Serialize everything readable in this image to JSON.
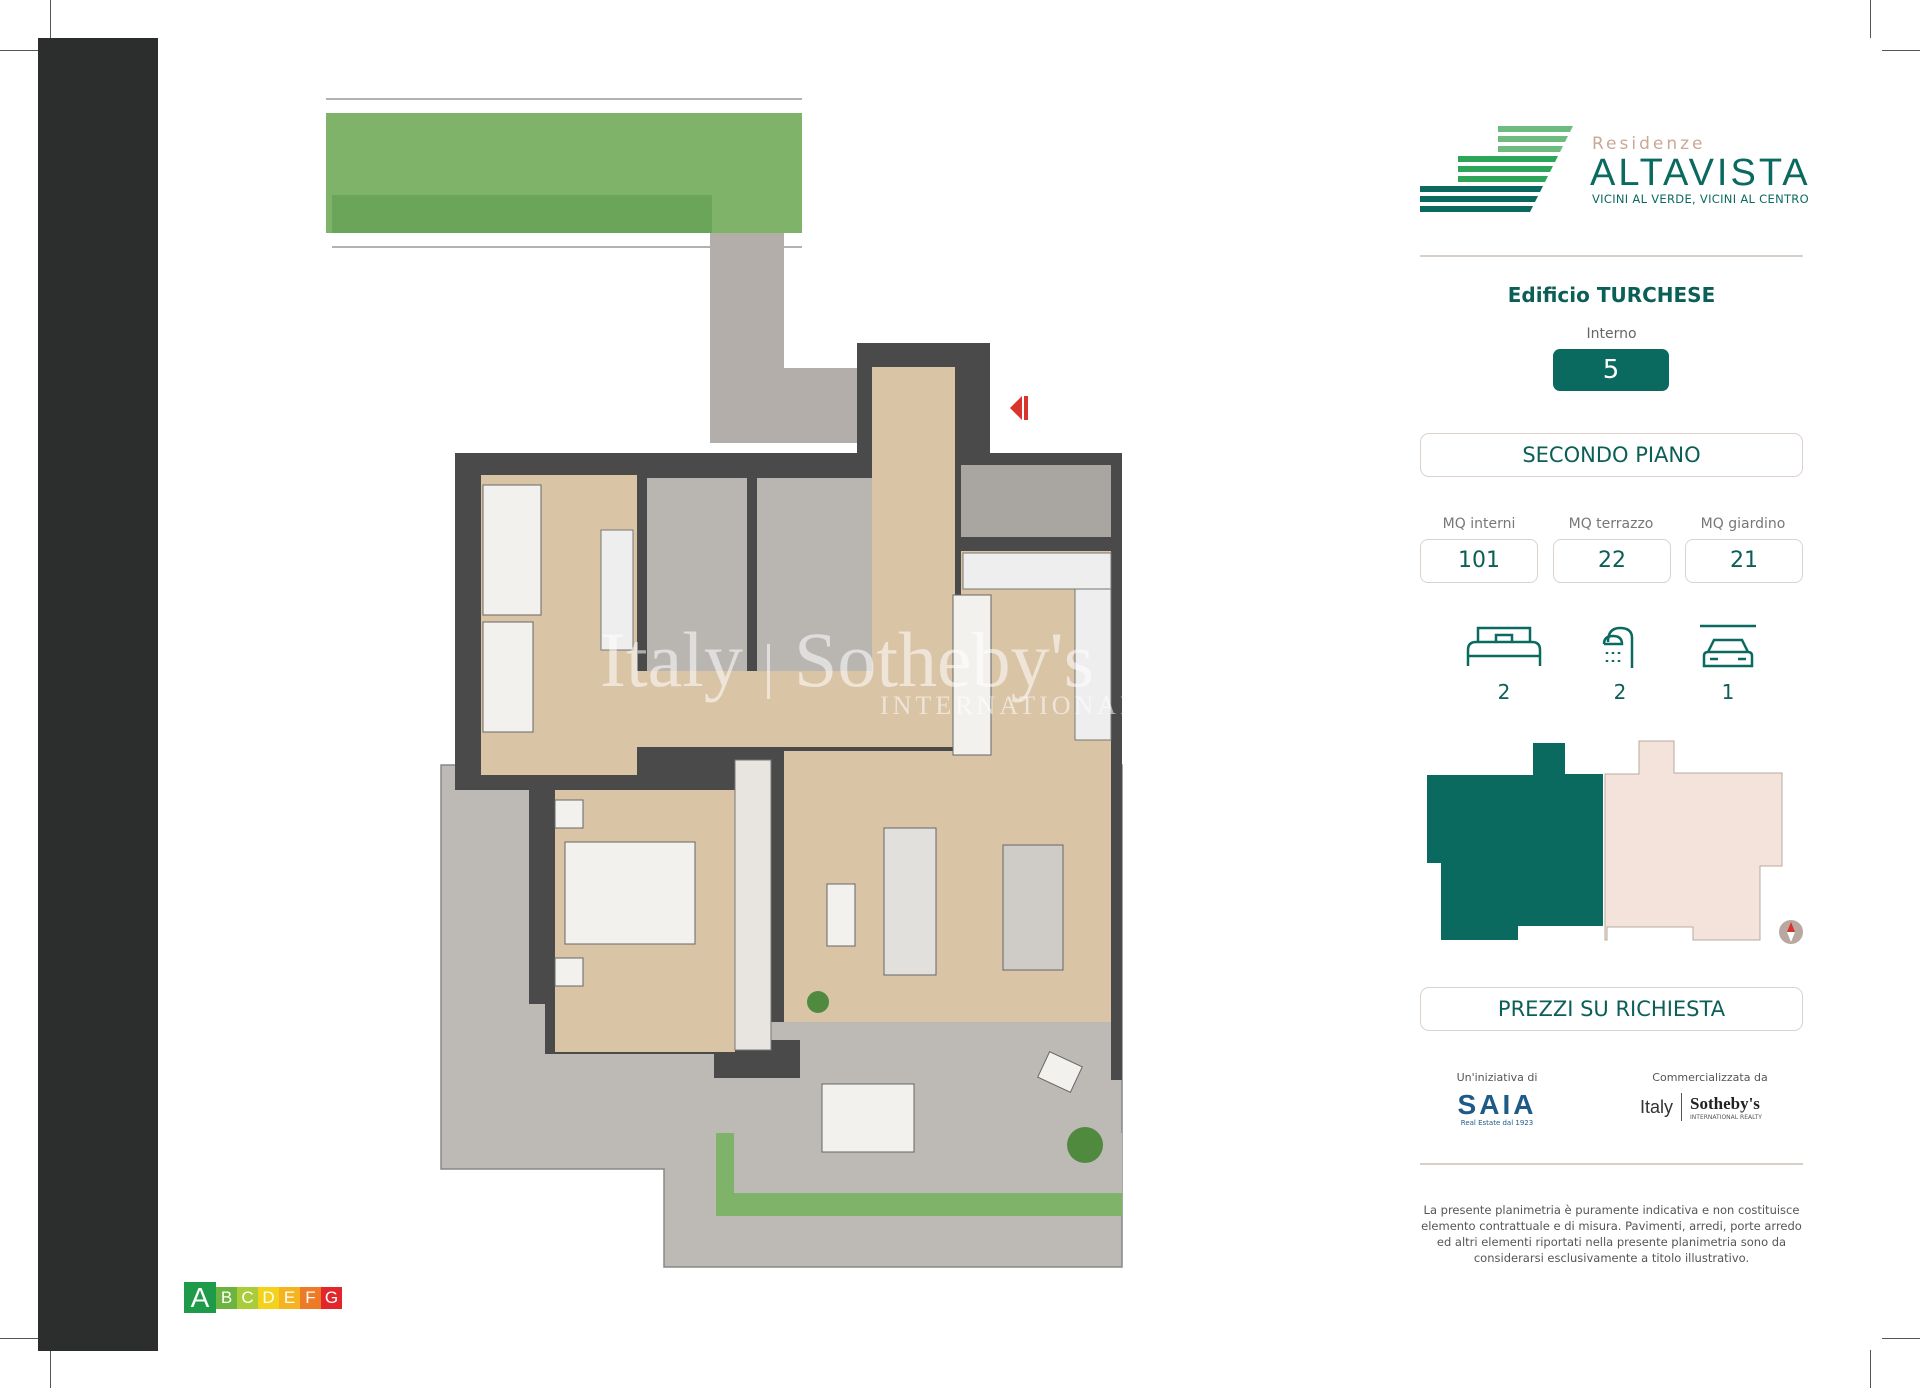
{
  "brand": {
    "sub": "Residenze",
    "name": "ALTAVISTA",
    "tagline": "VICINI AL VERDE, VICINI AL CENTRO",
    "stripe_colors": [
      "#6dbb7f",
      "#2ea65a",
      "#0b6a60"
    ]
  },
  "unit": {
    "building": "Edificio TURCHESE",
    "interno_label": "Interno",
    "interno_value": "5",
    "floor": "SECONDO PIANO"
  },
  "areas": [
    {
      "label": "MQ interni",
      "value": "101"
    },
    {
      "label": "MQ terrazzo",
      "value": "22"
    },
    {
      "label": "MQ giardino",
      "value": "21"
    }
  ],
  "features": [
    {
      "icon": "bed-icon",
      "value": "2"
    },
    {
      "icon": "shower-icon",
      "value": "2"
    },
    {
      "icon": "car-garage-icon",
      "value": "1"
    }
  ],
  "price": "PREZZI SU RICHIESTA",
  "partners": {
    "initiative_label": "Un'iniziativa di",
    "initiative_logo": "SAIA",
    "initiative_logo_sub": "Real Estate dal 1923",
    "marketed_label": "Commercializzata da",
    "marketed_logo_left": "Italy",
    "marketed_logo_right": "Sotheby's",
    "marketed_logo_sub": "INTERNATIONAL REALTY"
  },
  "disclaimer": "La presente planimetria è puramente indicativa e non costituisce elemento contrattuale e di misura. Pavimenti, arredi, porte arredo ed altri elementi riportati nella presente planimetria sono da considerarsi esclusivamente a titolo illustrativo.",
  "energy_classes": [
    {
      "letter": "A",
      "color": "#1f9a4a",
      "selected": true
    },
    {
      "letter": "B",
      "color": "#6cb33f",
      "selected": false
    },
    {
      "letter": "C",
      "color": "#a9cc3a",
      "selected": false
    },
    {
      "letter": "D",
      "color": "#f2d21a",
      "selected": false
    },
    {
      "letter": "E",
      "color": "#f5b31f",
      "selected": false
    },
    {
      "letter": "F",
      "color": "#ec7a26",
      "selected": false
    },
    {
      "letter": "G",
      "color": "#e2262b",
      "selected": false
    }
  ],
  "watermark": {
    "left": "Italy",
    "right": "Sotheby's",
    "sub": "INTERNATIONAL REALTY"
  },
  "colors": {
    "accent": "#0b6a60",
    "unit_highlight": "#0b6a60",
    "other_unit": "#f4e3da",
    "entrance_arrow": "#d9342b"
  }
}
